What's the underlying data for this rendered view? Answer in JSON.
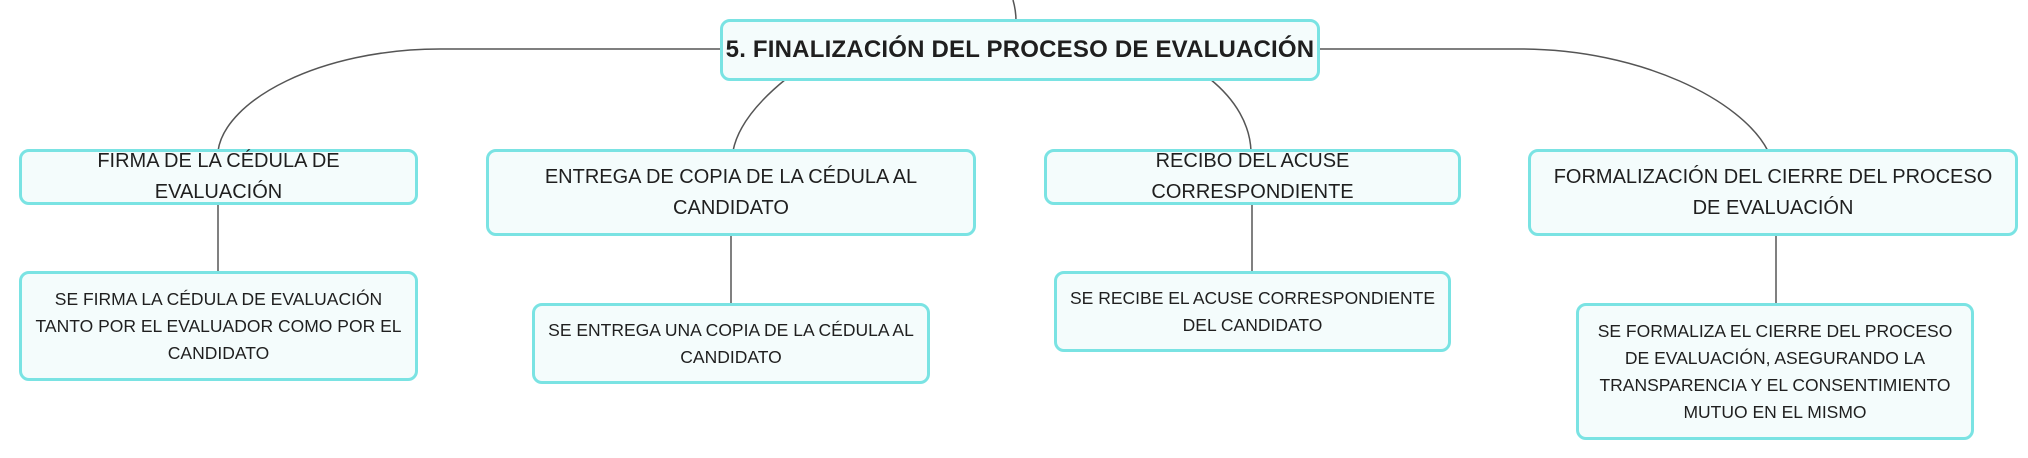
{
  "diagram": {
    "root": {
      "label": "5. FINALIZACIÓN DEL PROCESO DE EVALUACIÓN"
    },
    "branches": [
      {
        "label": "FIRMA DE LA CÉDULA DE EVALUACIÓN",
        "detail": "SE FIRMA LA CÉDULA DE EVALUACIÓN TANTO POR EL EVALUADOR COMO POR EL CANDIDATO"
      },
      {
        "label": "ENTREGA DE COPIA DE LA CÉDULA AL CANDIDATO",
        "detail": "SE ENTREGA UNA COPIA DE LA CÉDULA AL CANDIDATO"
      },
      {
        "label": "RECIBO DEL ACUSE CORRESPONDIENTE",
        "detail": "SE RECIBE EL ACUSE CORRESPONDIENTE DEL CANDIDATO"
      },
      {
        "label": "FORMALIZACIÓN DEL CIERRE DEL PROCESO DE EVALUACIÓN",
        "detail": "SE FORMALIZA EL CIERRE DEL PROCESO DE EVALUACIÓN, ASEGURANDO LA TRANSPARENCIA Y EL CONSENTIMIENTO MUTUO EN EL MISMO"
      }
    ],
    "colors": {
      "node_border": "#7ae3e3",
      "node_fill": "#f4fcfc",
      "connector": "#555555",
      "text": "#1f1f1f"
    }
  }
}
